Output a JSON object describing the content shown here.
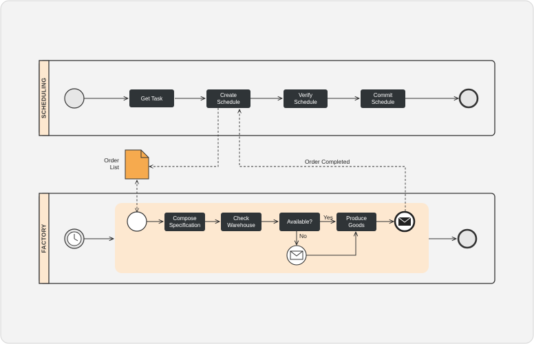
{
  "colors": {
    "background": "#f3f3f3",
    "lane_header": "#fde8d0",
    "task_fill": "#2f3437",
    "subprocess_fill": "#fde8d0",
    "data_object": "#f6aa4e",
    "line": "#333333"
  },
  "lanes": {
    "scheduling": {
      "label": "SCHEDULING"
    },
    "factory": {
      "label": "FACTORY"
    }
  },
  "tasks": {
    "get_task": {
      "lines": [
        "Get Task"
      ]
    },
    "create_schedule": {
      "lines": [
        "Create",
        "Schedule"
      ]
    },
    "verify_schedule": {
      "lines": [
        "Verify",
        "Schedule"
      ]
    },
    "commit_schedule": {
      "lines": [
        "Commit",
        "Schedule"
      ]
    },
    "compose_spec": {
      "lines": [
        "Compose",
        "Specification"
      ]
    },
    "check_warehouse": {
      "lines": [
        "Check",
        "Warehouse"
      ]
    },
    "available": {
      "lines": [
        "Available?"
      ]
    },
    "produce_goods": {
      "lines": [
        "Produce",
        "Goods"
      ]
    }
  },
  "data_object": {
    "lines": [
      "Order",
      "List"
    ]
  },
  "edge_labels": {
    "yes": "Yes",
    "no": "No",
    "order_completed": "Order Completed"
  },
  "icons": {
    "start": "start-event-icon",
    "end": "end-event-icon",
    "timer": "timer-icon",
    "message": "envelope-icon",
    "document": "document-icon"
  }
}
